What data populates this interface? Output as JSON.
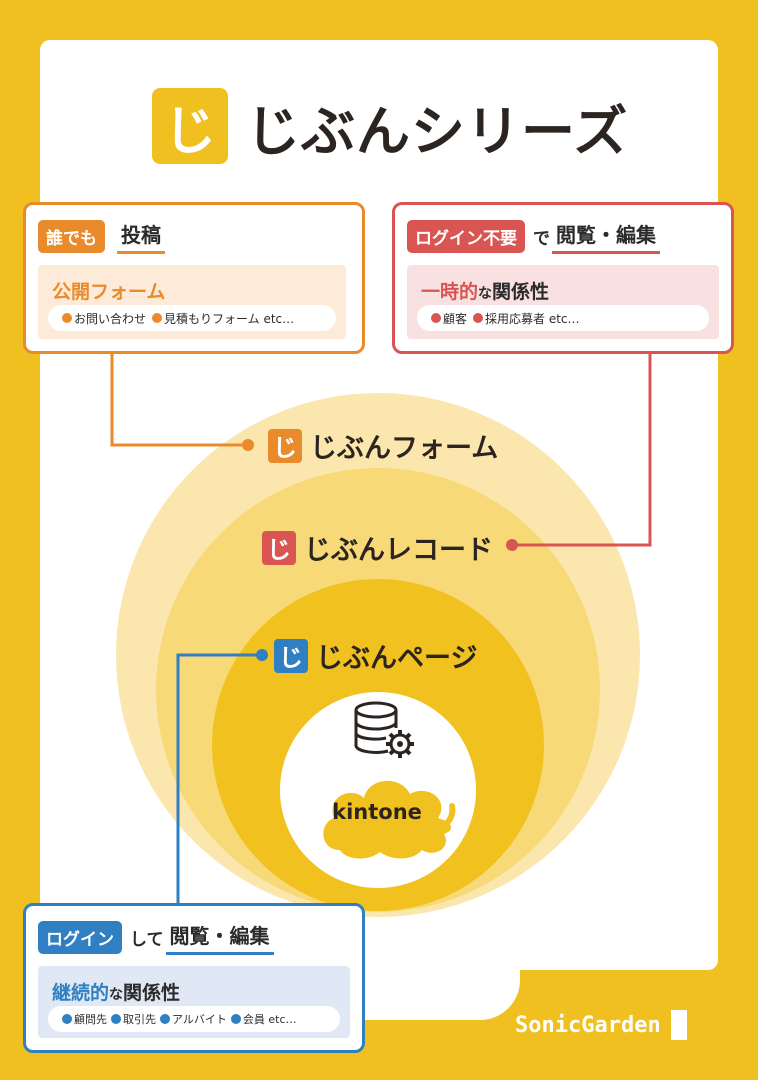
{
  "title": {
    "icon": "じ",
    "text": "じぶんシリーズ"
  },
  "box_form": {
    "tag": "誰でも",
    "word": "投稿",
    "inner_title": "公開フォーム",
    "items": [
      "お問い合わせ",
      "見積もりフォーム etc…"
    ],
    "color": "#e98a2b"
  },
  "box_record": {
    "tag": "ログイン不要",
    "prefix": "で",
    "word": "閲覧・編集",
    "inner_title_a": "一時的",
    "inner_title_b": "な",
    "inner_title_c": "関係性",
    "items": [
      "顧客",
      "採用応募者 etc…"
    ],
    "color": "#d95552"
  },
  "box_page": {
    "tag": "ログイン",
    "prefix": "して",
    "word": "閲覧・編集",
    "inner_title_a": "継続的",
    "inner_title_b": "な",
    "inner_title_c": "関係性",
    "items": [
      "顧問先",
      "取引先",
      "アルバイト",
      "会員 etc…"
    ],
    "color": "#2f7fc2"
  },
  "products": {
    "form": {
      "icon": "じ",
      "name": "じぶんフォーム",
      "color": "#e98a2b"
    },
    "record": {
      "icon": "じ",
      "name": "じぶんレコード",
      "color": "#d95552"
    },
    "page": {
      "icon": "じ",
      "name": "じぶんページ",
      "color": "#2f7fc2"
    }
  },
  "kintone": {
    "label": "kintone",
    "icons": [
      "database-icon",
      "gear-icon",
      "cloud-icon"
    ]
  },
  "brand": {
    "name": "SonicGarden"
  }
}
